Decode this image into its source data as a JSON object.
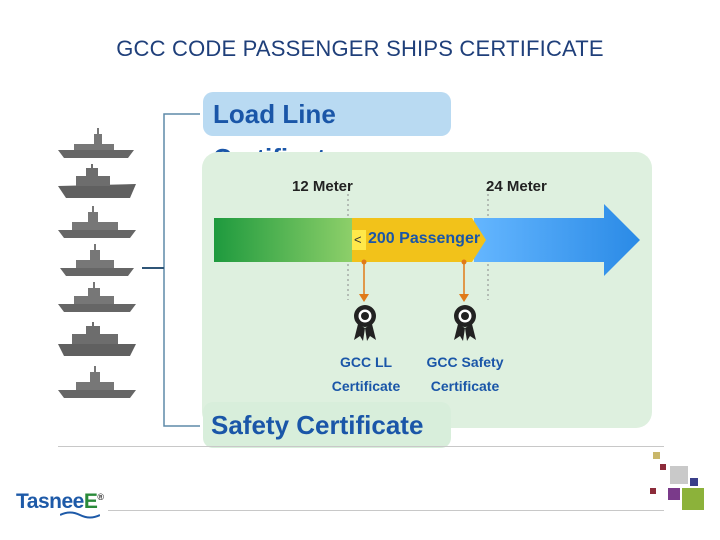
{
  "title": "GCC CODE PASSENGER SHIPS CERTIFICATE",
  "load_line": "Load Line Certificate",
  "safety": "Safety Certificate",
  "meter_12": "12 Meter",
  "meter_24": "24 Meter",
  "lt": "<",
  "passenger": "200 Passenger",
  "gcc_ll": [
    "GCC LL",
    "Certificate"
  ],
  "gcc_safety": [
    "GCC Safety",
    "Certificate"
  ],
  "logo": {
    "main": "Tasnee",
    "accent": "E",
    "reg": "®"
  },
  "colors": {
    "title": "#1f3f7a",
    "accent_blue": "#1a56a8",
    "panel": "#def0df",
    "pill_blue": "#b9daf2",
    "arrow_yellow": "#f2c21a"
  }
}
